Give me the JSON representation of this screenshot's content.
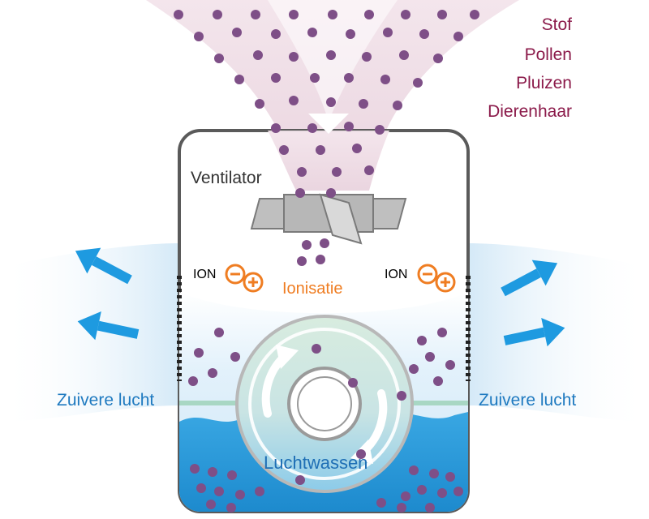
{
  "labels": {
    "pollutants": [
      "Stof",
      "Pollen",
      "Pluizen",
      "Dierenhaar"
    ],
    "ventilator": "Ventilator",
    "ion_left": "ION",
    "ion_right": "ION",
    "ionisatie": "Ionisatie",
    "clean_air_left": "Zuivere lucht",
    "clean_air_right": "Zuivere lucht",
    "luchtwassen": "Luchtwassen"
  },
  "icons": {
    "ion_symbol": "minus-plus-circles-icon",
    "fan": "fan-icon",
    "outflow_arrows": "arrow-icon",
    "rotation": "rotation-arrow-icon"
  },
  "colors": {
    "particle": "#7e4f87",
    "pollutant_text": "#8b1a4a",
    "ion_orange": "#ef7d22",
    "clean_air_blue": "#1f7ac0",
    "water_blue": "#2f9ad8",
    "unit_outline": "#5a5a5a",
    "intake_flow": "#eedde5"
  }
}
